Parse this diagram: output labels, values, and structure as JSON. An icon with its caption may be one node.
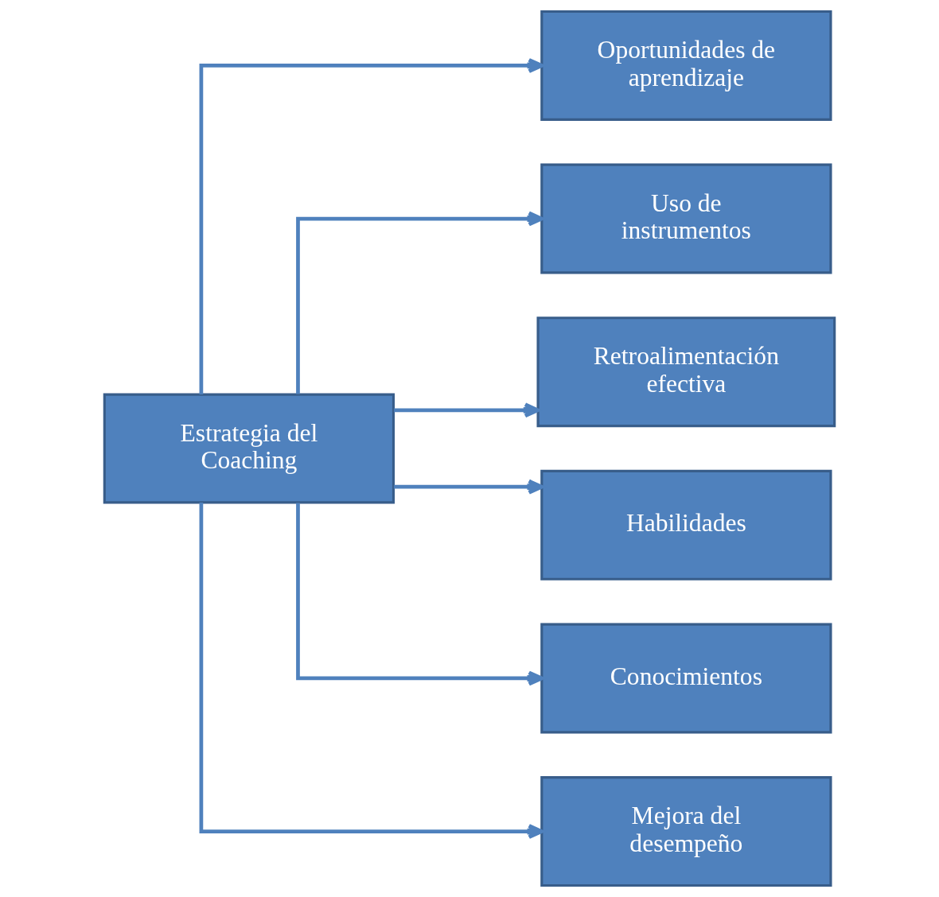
{
  "diagram": {
    "nodes": [
      {
        "text": [
          "Estrategia del Coaching"
        ]
      },
      {
        "text": [
          "Oportunidades de aprendizaje"
        ]
      },
      {
        "text": [
          "Uso de instrumentos"
        ]
      },
      {
        "text": [
          "Retroalimentación efectiva"
        ]
      },
      {
        "text": [
          "Habilidades"
        ]
      },
      {
        "text": [
          "Conocimientos"
        ]
      },
      {
        "text": [
          "Mejora del desempeño"
        ]
      }
    ],
    "edges": [
      {
        "from": 0,
        "to": 1,
        "arrow": "to"
      },
      {
        "from": 0,
        "to": 2,
        "arrow": "to"
      },
      {
        "from": 0,
        "to": 3,
        "arrow": "to"
      },
      {
        "from": 0,
        "to": 4,
        "arrow": "to"
      },
      {
        "from": 0,
        "to": 5,
        "arrow": "to"
      },
      {
        "from": 0,
        "to": 6,
        "arrow": "to"
      }
    ]
  }
}
